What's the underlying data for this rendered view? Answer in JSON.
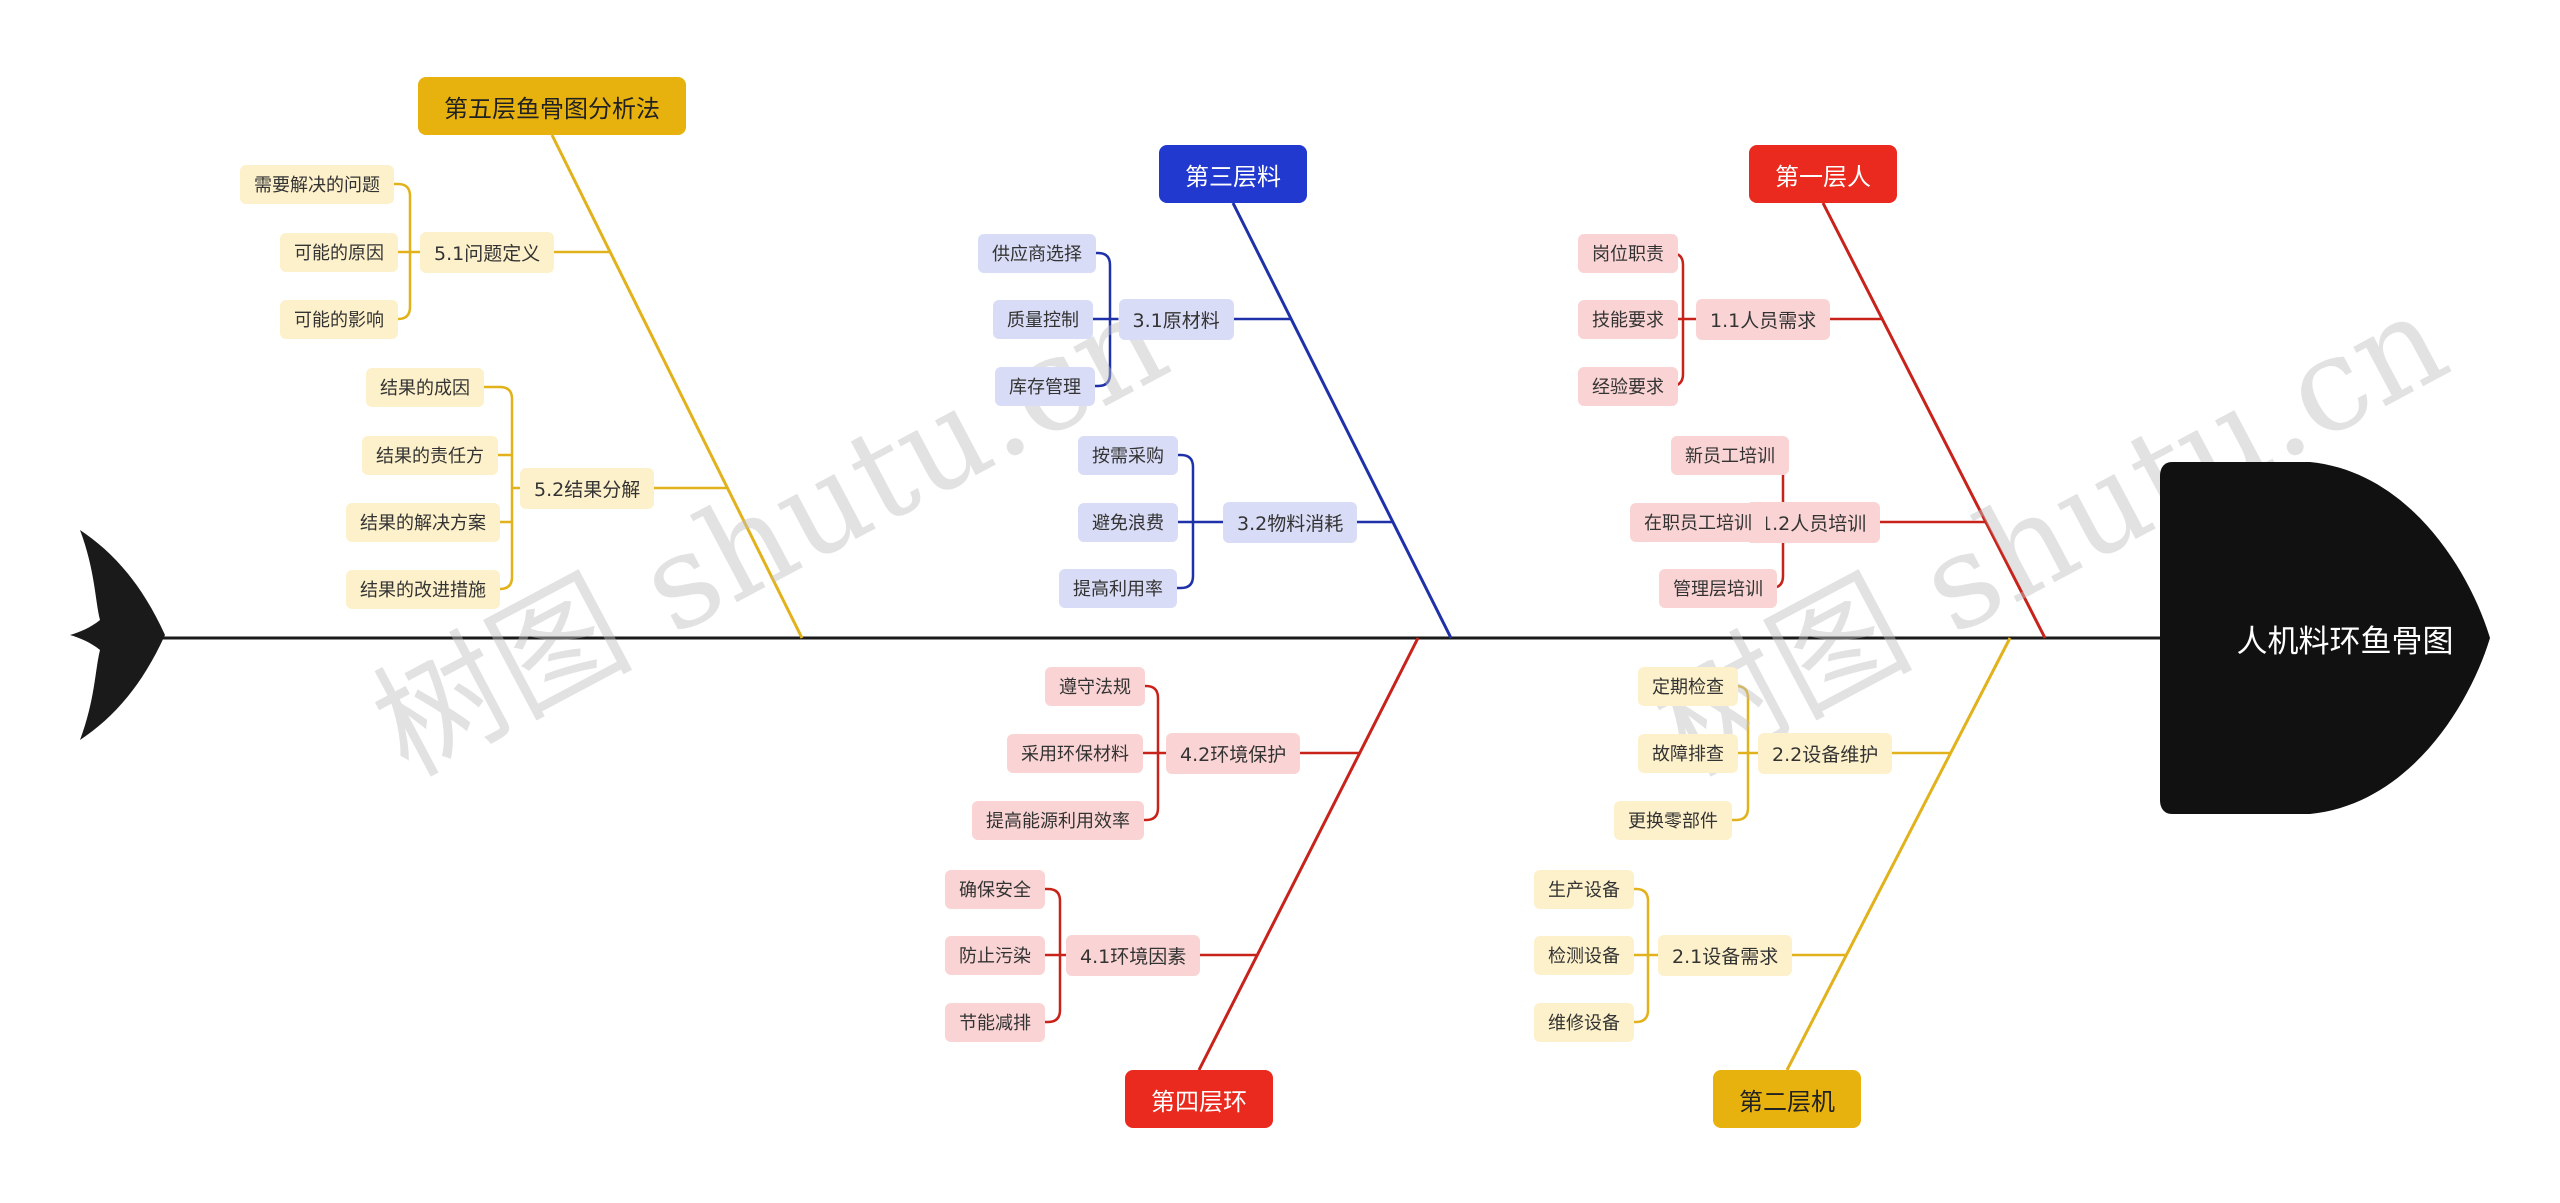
{
  "colors": {
    "red": "#c8231b",
    "yellow": "#e2b21c",
    "blue": "#1f31a8",
    "spine": "#1a1a1a"
  },
  "head": {
    "title": "人机料环鱼骨图"
  },
  "watermarks": [
    "树图 shutu.cn",
    "树图 shutu.cn"
  ],
  "categories": {
    "c1": {
      "label": "第一层人",
      "color": "red",
      "subs": [
        {
          "label": "1.1人员需求",
          "leaves": [
            "岗位职责",
            "技能要求",
            "经验要求"
          ]
        },
        {
          "label": "1.2人员培训",
          "leaves": [
            "新员工培训",
            "在职员工培训",
            "管理层培训"
          ]
        }
      ]
    },
    "c2": {
      "label": "第二层机",
      "color": "yellow",
      "subs": [
        {
          "label": "2.2设备维护",
          "leaves": [
            "定期检查",
            "故障排查",
            "更换零部件"
          ]
        },
        {
          "label": "2.1设备需求",
          "leaves": [
            "生产设备",
            "检测设备",
            "维修设备"
          ]
        }
      ]
    },
    "c3": {
      "label": "第三层料",
      "color": "blue",
      "subs": [
        {
          "label": "3.1原材料",
          "leaves": [
            "供应商选择",
            "质量控制",
            "库存管理"
          ]
        },
        {
          "label": "3.2物料消耗",
          "leaves": [
            "按需采购",
            "避免浪费",
            "提高利用率"
          ]
        }
      ]
    },
    "c4": {
      "label": "第四层环",
      "color": "red",
      "subs": [
        {
          "label": "4.2环境保护",
          "leaves": [
            "遵守法规",
            "采用环保材料",
            "提高能源利用效率"
          ]
        },
        {
          "label": "4.1环境因素",
          "leaves": [
            "确保安全",
            "防止污染",
            "节能减排"
          ]
        }
      ]
    },
    "c5": {
      "label": "第五层鱼骨图分析法",
      "color": "yellow",
      "subs": [
        {
          "label": "5.1问题定义",
          "leaves": [
            "需要解决的问题",
            "可能的原因",
            "可能的影响"
          ]
        },
        {
          "label": "5.2结果分解",
          "leaves": [
            "结果的成因",
            "结果的责任方",
            "结果的解决方案",
            "结果的改进措施"
          ]
        }
      ]
    }
  }
}
